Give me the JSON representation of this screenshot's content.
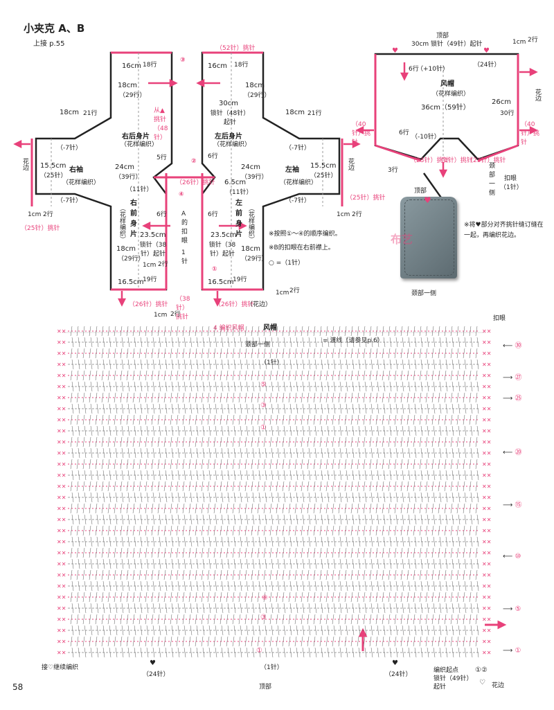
{
  "header": {
    "title": "小夹克 A、B",
    "subtitle": "上接 p.55",
    "page_number": "58"
  },
  "colors": {
    "pink": "#e8417a",
    "dark": "#333333",
    "line": "#222222"
  },
  "body_diagram": {
    "right_back": {
      "title": "右后身片",
      "sub": "（花样编织）"
    },
    "left_back": {
      "title": "左后身片",
      "sub": "（花样编织）"
    },
    "right_front": {
      "title": "右前身片",
      "sub": "（花样编织）"
    },
    "left_front": {
      "title": "左前身片",
      "sub": "（花样编织）"
    },
    "right_sleeve": {
      "title": "右袖",
      "sub": "（花样编织）"
    },
    "left_sleeve": {
      "title": "左袖",
      "sub": "（花样编织）"
    },
    "labels": {
      "l1": "16cm",
      "l1b": "18行",
      "l2": "18cm",
      "l2b": "（29行）",
      "l3": "18cm",
      "l3b": "21行",
      "l4": "15.5cm",
      "l4b": "（25针）",
      "l5": "（-7针）",
      "l6": "（-7针）",
      "l7": "花边",
      "l8": "1cm",
      "l8b": "2行",
      "l9": "（25针）挑针",
      "l10": "从▲挑针（48针）",
      "l11": "24cm",
      "l11b": "（39行）",
      "l12": "5行",
      "l13": "（11针）",
      "l14": "6行",
      "l15": "23.5cm",
      "l15b": "锁针（38针）起针",
      "l16": "16.5cm",
      "l16b": "19行",
      "l17": "（26针）挑针",
      "l18": "（38针）挑针",
      "l19": "（52针）挑针",
      "l20": "30cm",
      "l20b": "锁针（48针）起针",
      "l21": "6.5cm",
      "l21b": "（11针）",
      "l22": "A的扣眼",
      "l23": "1针",
      "l24": "（26针）挑针",
      "l25": "（花边）",
      "l26": "※按照①～④的顺序编织。",
      "l27": "※B的扣眼在右前襟上。",
      "l28": "○ =（1针）",
      "l29": "1cm",
      "l29b": "2行"
    }
  },
  "hood_diagram": {
    "title": "风帽",
    "sub": "（花样编织）",
    "top_label": "顶部",
    "top": "30cm 锁针（49针）起针",
    "width": "36cm（59针）",
    "height": "26cm",
    "height_b": "30行",
    "inc": "（+10针）",
    "inc_rows": "6行",
    "dec": "（-10针）",
    "dec_rows": "6行",
    "top_right": "（24针）",
    "side_left": "（40针）挑针",
    "side_right": "（40针）挑针",
    "edge": "花边",
    "bottom1": "（23针）挑针",
    "bottom2": "（1针）挑针",
    "bottom3": "（23针）挑针",
    "rows3": "3行",
    "neck": "颈部一侧",
    "buttonhole": "扣眼（1针）",
    "one_cm": "1cm",
    "two_rows": "2行",
    "heart": "♥"
  },
  "photo": {
    "top": "顶部",
    "bottom": "颈部一侧",
    "watermark": "布艺",
    "note": "※将♥部分对齐挑针缝订缝在一起，再编织花边。"
  },
  "chart": {
    "step": "4 编织风帽",
    "title": "风帽",
    "legend": "= 渡线（请参见p.6）",
    "neck_side": "颈部一侧",
    "center_top": "（1针）",
    "buttonhole": "扣眼",
    "row_markers": [
      "㉚",
      "㉗",
      "㉕",
      "⑳",
      "⑮",
      "⑩",
      "⑤",
      "①"
    ],
    "inner_markers": [
      "⑤",
      "③",
      "①",
      "⑥",
      "③",
      "①"
    ],
    "bottom_left": "接♡继续编织",
    "bottom_24a": "（24针）",
    "bottom_1": "（1针）",
    "bottom_24b": "（24针）",
    "bottom_top": "顶部",
    "start": "编织起点",
    "start_b": "锁针（49针）",
    "start_c": "起针",
    "edge": "花边",
    "edge_nums": "①②",
    "heart": "♥"
  }
}
